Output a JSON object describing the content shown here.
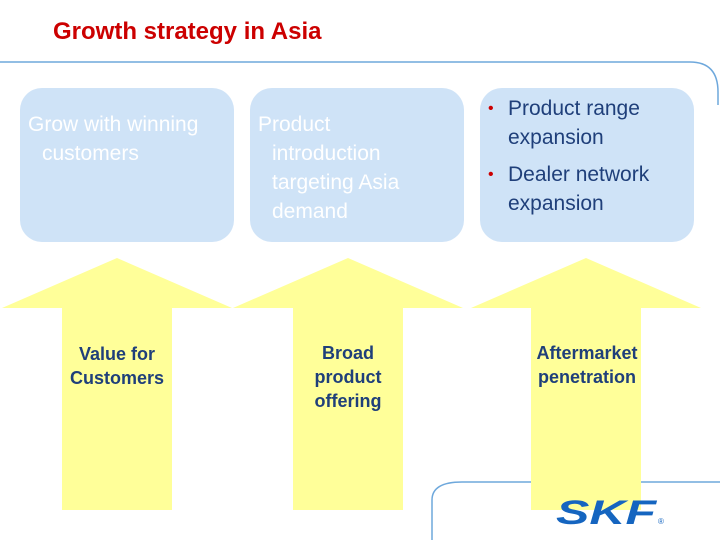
{
  "title": "Growth strategy in Asia",
  "boxes": [
    {
      "line1": "Grow with winning",
      "line2": "customers"
    },
    {
      "lines": [
        "Product",
        "introduction",
        "targeting Asia",
        "demand"
      ]
    },
    {
      "bullets": [
        {
          "l1": "Product range",
          "l2": "expansion"
        },
        {
          "l1": "Dealer network",
          "l2": "expansion"
        }
      ]
    }
  ],
  "arrows": [
    {
      "l1": "Value for",
      "l2": "Customers"
    },
    {
      "l1": "Broad",
      "l2": "product",
      "l3": "offering"
    },
    {
      "l1": "Aftermarket",
      "l2": "penetration"
    }
  ],
  "logo": {
    "text": "SKF",
    "registered": "®"
  },
  "colors": {
    "title": "#cc0000",
    "box_fill": "#cfe3f7",
    "arrow_fill": "#ffff99",
    "text_dark": "#1f3f7a",
    "frame_line": "#6ea8dc",
    "logo": "#1565c0"
  }
}
